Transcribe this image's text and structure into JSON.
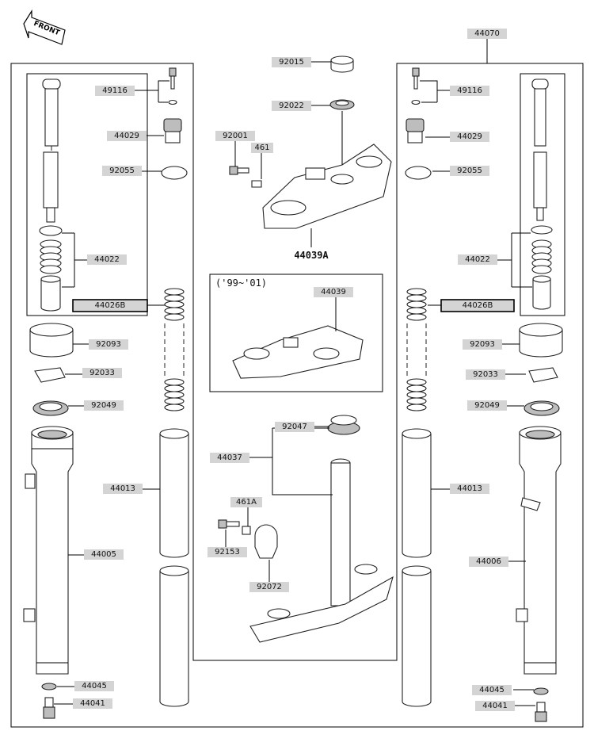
{
  "front_indicator": "FRONT",
  "assembly_label": "44039A",
  "year_label": "('99~'01)",
  "labels": {
    "p44070": "44070",
    "p92015": "92015",
    "p92022": "92022",
    "p92001": "92001",
    "p461": "461",
    "p44039": "44039",
    "p92047": "92047",
    "p44037": "44037",
    "p461A": "461A",
    "p92153": "92153",
    "p92072": "92072",
    "l49116": "49116",
    "l44029": "44029",
    "l92055": "92055",
    "l44022": "44022",
    "l44026B": "44026B",
    "l92093": "92093",
    "l92033": "92033",
    "l92049": "92049",
    "l44013": "44013",
    "l44005": "44005",
    "l44045": "44045",
    "l44041": "44041",
    "r49116": "49116",
    "r44029": "44029",
    "r92055": "92055",
    "r44022": "44022",
    "r44026B": "44026B",
    "r92093": "92093",
    "r92033": "92033",
    "r92049": "92049",
    "r44013": "44013",
    "r44006": "44006",
    "r44045": "44045",
    "r44041": "44041"
  },
  "colors": {
    "label_fill": "#d4d4d4",
    "line": "#000000",
    "background": "#ffffff"
  }
}
